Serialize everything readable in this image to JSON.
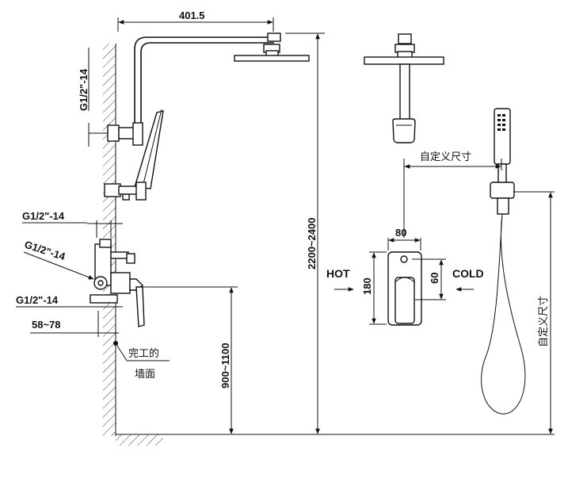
{
  "dimensions": {
    "arm_length": "401.5",
    "top_thread": "G1/2\"-14",
    "total_height": "2200~2400",
    "valve_thread_upper": "G1/2\"-14",
    "valve_thread_diagonal": "G1/2\"-14",
    "valve_thread_lower": "G1/2\"-14",
    "wall_depth": "58~78",
    "valve_height": "900~1100",
    "plate_width": "80",
    "plate_height": "180",
    "inlet_spacing": "60"
  },
  "labels": {
    "finished_wall_line1": "完工的",
    "finished_wall_line2": "墙面",
    "hot": "HOT",
    "cold": "COLD",
    "custom_horizontal": "自定义尺寸",
    "custom_vertical": "自定义尺寸"
  }
}
